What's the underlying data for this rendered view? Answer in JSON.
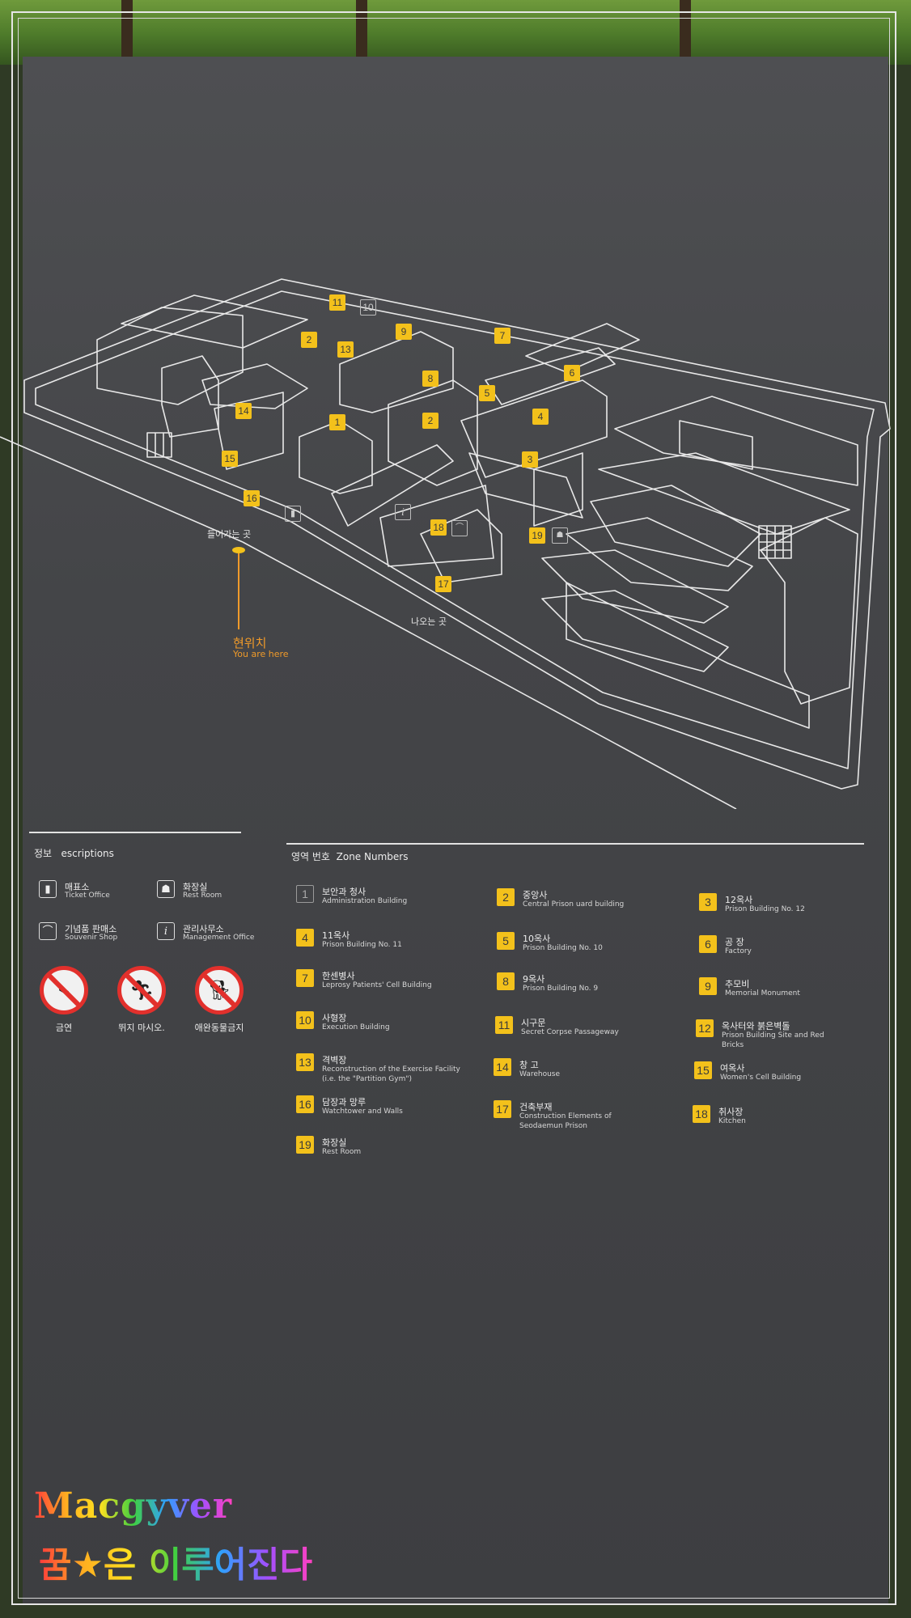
{
  "colors": {
    "badge": "#f3c11b",
    "you_are_here": "#f09a2a",
    "board": "#444548",
    "prohibition": "#e2302c"
  },
  "map": {
    "entrance_label": "들어가는 곳",
    "exit_label": "나오는 곳",
    "you_are_here_ko": "현위치",
    "you_are_here_en": "You are here",
    "markers": [
      "11",
      "10",
      "2",
      "13",
      "9",
      "7",
      "6",
      "8",
      "5",
      "4",
      "14",
      "1",
      "2",
      "3",
      "15",
      "16",
      "18",
      "19",
      "17"
    ],
    "icons": [
      "restroom-icon",
      "info-icon",
      "souvenir-icon",
      "restroom-icon"
    ]
  },
  "descriptions": {
    "title_ko": "정보",
    "title_en": "escriptions",
    "items": [
      {
        "icon": "ticket-icon",
        "ko": "매표소",
        "en": "Ticket Office"
      },
      {
        "icon": "restroom-icon",
        "ko": "화장실",
        "en": "Rest Room"
      },
      {
        "icon": "souvenir-icon",
        "ko": "기념품 판매소",
        "en": "Souvenir Shop"
      },
      {
        "icon": "info-icon",
        "ko": "관리사무소",
        "en": "Management Office"
      }
    ],
    "prohibitions": [
      {
        "icon": "no-smoking-icon",
        "label": "금연"
      },
      {
        "icon": "no-running-icon",
        "label": "뛰지 마시오."
      },
      {
        "icon": "no-pets-icon",
        "label": "애완동물금지"
      }
    ]
  },
  "zones": {
    "title_ko": "영역 번호",
    "title_en": "Zone Numbers",
    "items": [
      {
        "num": "1",
        "ko": "보안과 청사",
        "en": "Administration Building"
      },
      {
        "num": "2",
        "ko": "중앙사",
        "en": "Central Prison uard building"
      },
      {
        "num": "3",
        "ko": "12옥사",
        "en": "Prison Building No. 12"
      },
      {
        "num": "4",
        "ko": "11옥사",
        "en": "Prison Building No. 11"
      },
      {
        "num": "5",
        "ko": "10옥사",
        "en": "Prison Building No. 10"
      },
      {
        "num": "6",
        "ko": "공 장",
        "en": "Factory"
      },
      {
        "num": "7",
        "ko": "한센병사",
        "en": "Leprosy Patients' Cell Building"
      },
      {
        "num": "8",
        "ko": "9옥사",
        "en": "Prison Building No. 9"
      },
      {
        "num": "9",
        "ko": "추모비",
        "en": "Memorial Monument"
      },
      {
        "num": "10",
        "ko": "사형장",
        "en": "Execution Building"
      },
      {
        "num": "11",
        "ko": "시구문",
        "en": "Secret Corpse Passageway"
      },
      {
        "num": "12",
        "ko": "옥사터와 붉은벽돌",
        "en": "Prison Building Site and Red Bricks"
      },
      {
        "num": "13",
        "ko": "격벽장",
        "en": "Reconstruction of the Exercise Facility (i.e. the \"Partition Gym\")"
      },
      {
        "num": "14",
        "ko": "창 고",
        "en": "Warehouse"
      },
      {
        "num": "15",
        "ko": "여옥사",
        "en": "Women's Cell Building"
      },
      {
        "num": "16",
        "ko": "담장과 망루",
        "en": "Watchtower and Walls"
      },
      {
        "num": "17",
        "ko": "건축부재",
        "en": "Construction Elements of Seodaemun Prison"
      },
      {
        "num": "18",
        "ko": "취사장",
        "en": "Kitchen"
      },
      {
        "num": "19",
        "ko": "화장실",
        "en": "Rest Room"
      }
    ]
  },
  "watermark": {
    "title": "Macgyver",
    "subtitle": "꿈★은 이루어진다"
  }
}
